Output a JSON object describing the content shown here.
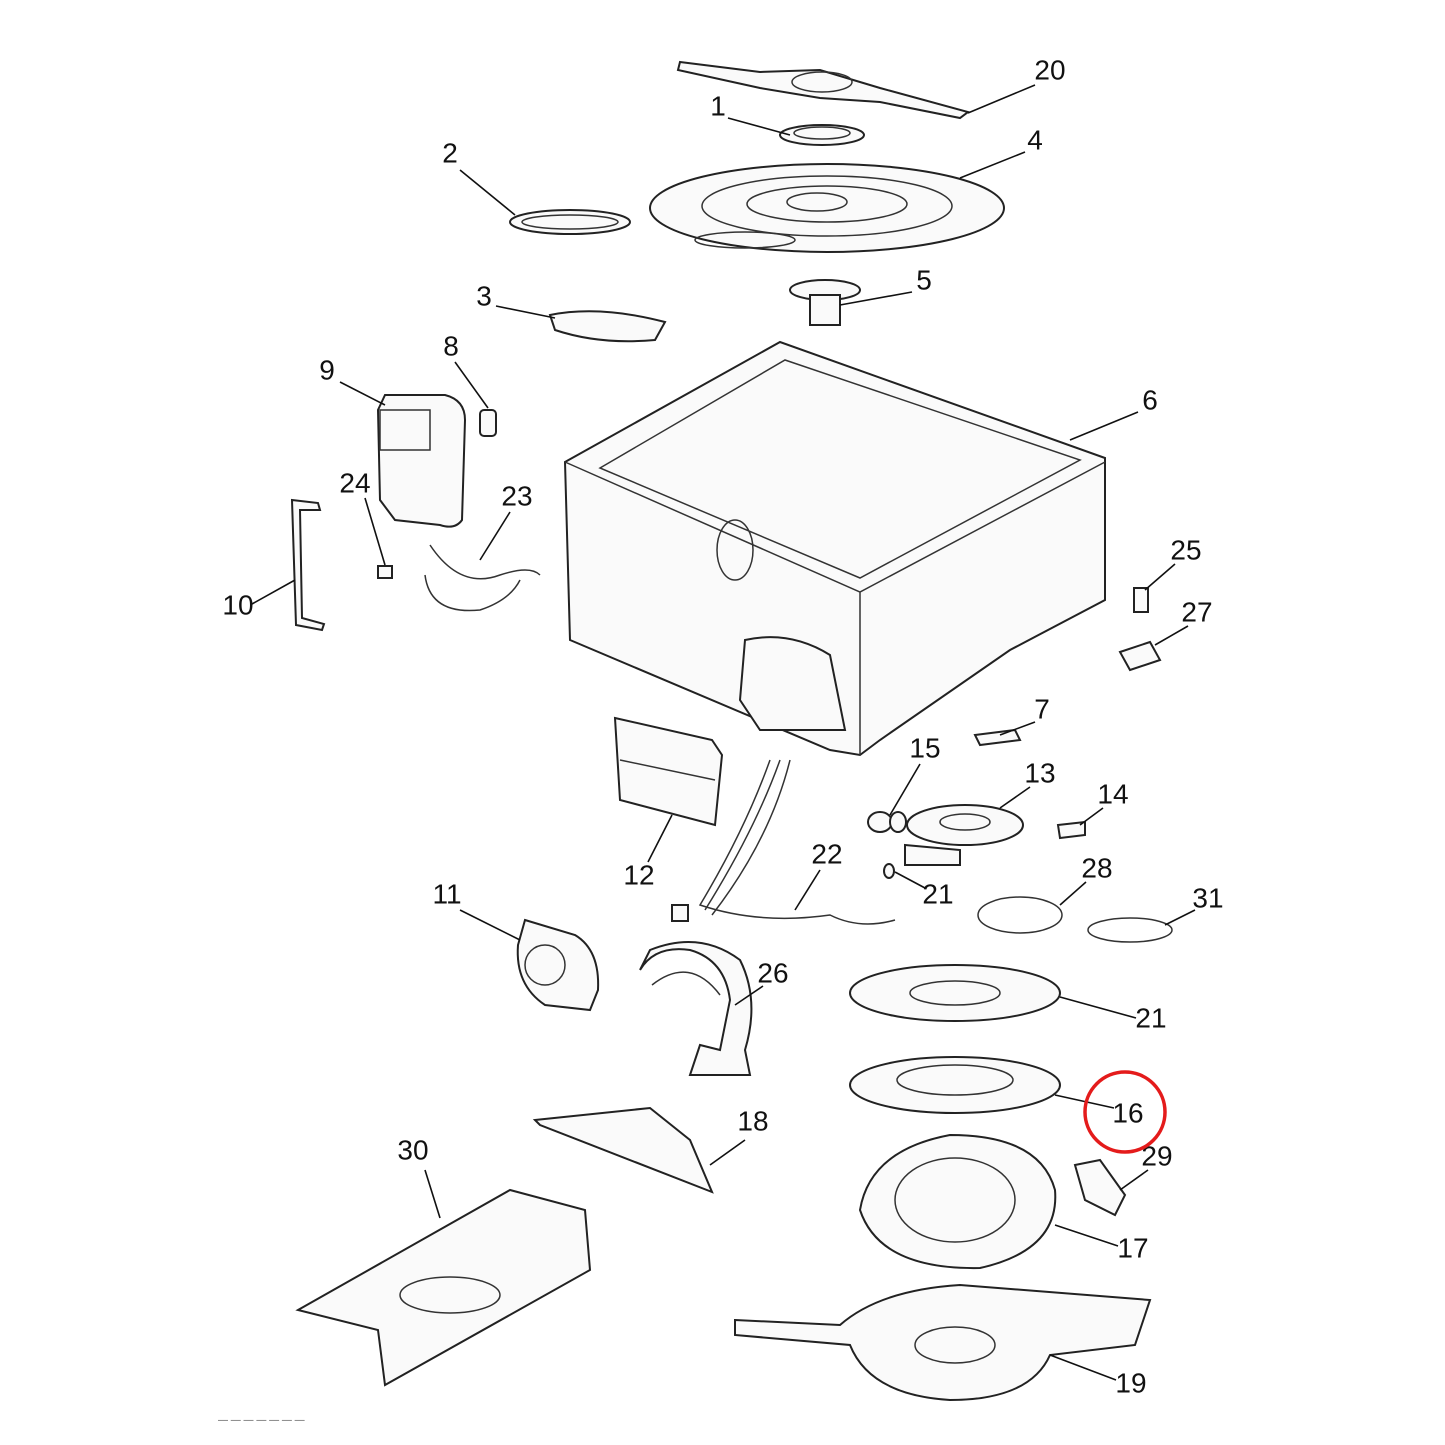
{
  "diagram": {
    "type": "exploded-parts-diagram",
    "highlight_color": "#e41b1b",
    "highlighted_callout": "16",
    "callouts": [
      "20",
      "1",
      "4",
      "2",
      "5",
      "3",
      "8",
      "9",
      "6",
      "24",
      "23",
      "25",
      "10",
      "27",
      "7",
      "15",
      "13",
      "14",
      "12",
      "22",
      "21",
      "28",
      "11",
      "31",
      "26",
      "21",
      "16",
      "18",
      "29",
      "30",
      "17",
      "19"
    ]
  }
}
